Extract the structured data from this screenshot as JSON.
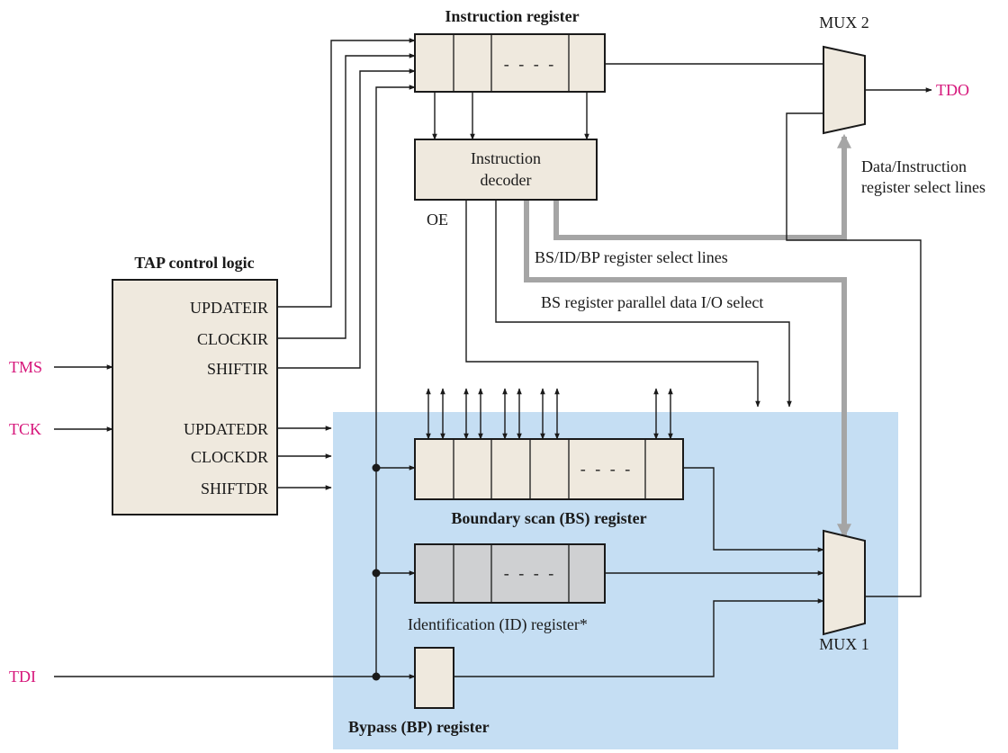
{
  "labels": {
    "instruction_register": "Instruction register",
    "mux2": "MUX 2",
    "mux1": "MUX 1",
    "tdo": "TDO",
    "data_instruction_select": [
      "Data/Instruction",
      "register select lines"
    ],
    "instruction_decoder": [
      "Instruction",
      "decoder"
    ],
    "oe": "OE",
    "bs_id_bp_select": "BS/ID/BP register select lines",
    "bs_parallel_io_select": "BS register parallel data I/O select",
    "tap_control_logic": "TAP control logic",
    "tap_signals_ir": [
      "UPDATEIR",
      "CLOCKIR",
      "SHIFTIR"
    ],
    "tap_signals_dr": [
      "UPDATEDR",
      "CLOCKDR",
      "SHIFTDR"
    ],
    "tms": "TMS",
    "tck": "TCK",
    "tdi": "TDI",
    "bs_register": "Boundary scan (BS) register",
    "id_register": "Identification (ID) register*",
    "bp_register": "Bypass (BP) register",
    "ellipsis": "- - - -"
  },
  "colors": {
    "pin": "#d6157a",
    "register_fill": "#efe9de",
    "id_register_fill": "#cfd0d2",
    "data_region": "#c5def3",
    "select_bus": "#a5a5a5"
  }
}
